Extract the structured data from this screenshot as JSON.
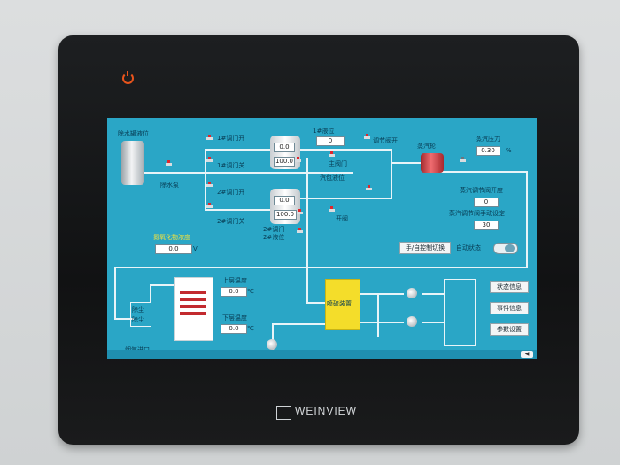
{
  "brand": {
    "name": "WEINVIEW"
  },
  "screen": {
    "labels": {
      "water_tank_level": "除水罐液位",
      "water_pump": "除水泵",
      "valve_1_open": "1#调门开",
      "valve_1_close": "1#调门关",
      "valve_2_open": "2#调门开",
      "valve_2_close": "2#调门关",
      "valve_2_aux": "2#调门",
      "tank_level_1": "1#液位",
      "tank_level_2": "2#液位",
      "main_valve": "主阀门",
      "reg_valve_open": "调节阀开",
      "steam_drum_level": "汽包液位",
      "drum_pressure": "蒸汽压力",
      "steam_turbine": "蒸汽轮",
      "flow_rate": "蒸汽调节阀开度",
      "fixed_value": "蒸汽调节阀手动设定",
      "unit_pct": "%",
      "unit_v": "V",
      "unit_c": "℃",
      "nox_concentration": "氮氧化物浓度",
      "upper_temp": "上层温度",
      "lower_temp": "下层温度",
      "dosing_device": "喷硫装置",
      "flue_inlet": "烟气进口",
      "dust_a": "除尘",
      "dust_b": "除尘",
      "auto_status": "自动状态",
      "open_valve": "开阀"
    },
    "values": {
      "tank1_level": "0.0",
      "tank1_pct": "100.0",
      "tank2_level": "0.0",
      "tank2_pct": "100.0",
      "valve_open_val": "0",
      "pressure": "0.30",
      "flow": "0",
      "setpoint": "30",
      "nox": "0.0",
      "upper_temp": "0.0",
      "lower_temp": "0.0"
    },
    "buttons": {
      "manual_auto": "手/自控制切换",
      "status_info": "状态信息",
      "event_info": "事件信息",
      "param_settings": "参数设置"
    },
    "colors": {
      "screen_bg": "#2aa6c6",
      "pipe": "#e8f4f8",
      "accent": "#e0262c",
      "dosing": "#f4dd2a"
    }
  }
}
